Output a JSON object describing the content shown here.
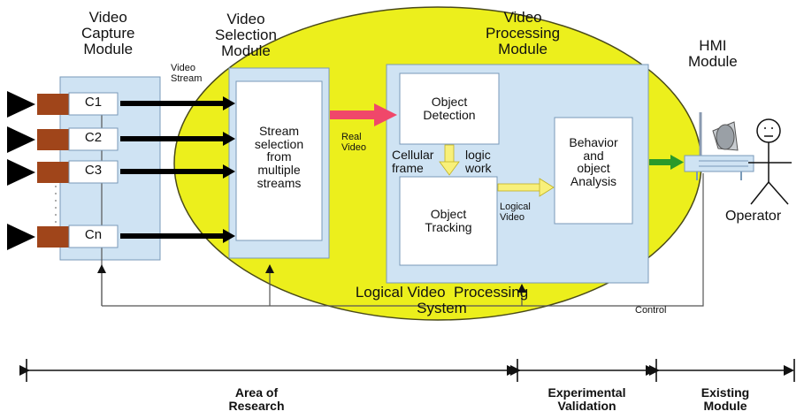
{
  "modules": {
    "capture": "Video\nCapture\nModule",
    "selection": "Video\nSelection\nModule",
    "processing": "Video\nProcessing\nModule",
    "hmi": "HMI\nModule"
  },
  "cameras": [
    "C1",
    "C2",
    "C3",
    "Cn"
  ],
  "labels": {
    "video_stream": "Video\nStream",
    "stream_selection": "Stream\nselection\nfrom\nmultiple\nstreams",
    "real_video": "Real\nVideo",
    "object_detection": "Object\nDetection",
    "object_tracking": "Object\nTracking",
    "cellular_frame": "Cellular\nframe",
    "logic_work": "logic\nwork",
    "logical_video": "Logical\nVideo",
    "behavior": "Behavior\nand\nobject\nAnalysis",
    "operator": "Operator",
    "control": "Control",
    "logical_system": "Logical Video  Processing\nSystem"
  },
  "ranges": {
    "research": "Area of\nResearch",
    "experimental": "Experimental\nValidation",
    "existing": "Existing\nModule"
  },
  "colors": {
    "ellipse": "#ecef1c",
    "box_fill": "#cfe3f3",
    "camera": "#a0451a",
    "real_video_arrow": "#f0476a",
    "hmi_arrow": "#2a9a2a",
    "logic_arrow": "#f8f07a"
  }
}
